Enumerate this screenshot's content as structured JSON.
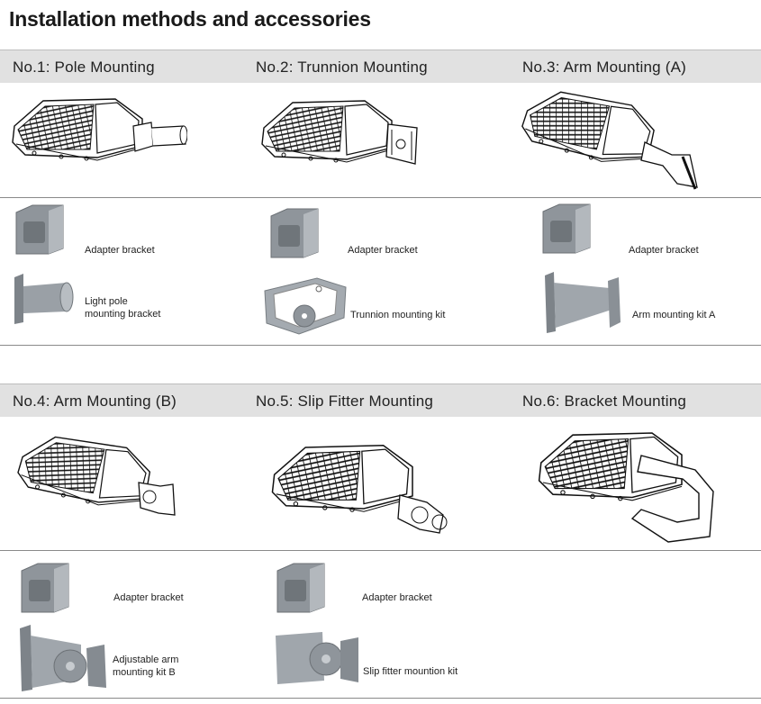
{
  "page_title": "Installation methods and accessories",
  "methods": [
    {
      "heading": "No.1: Pole Mounting",
      "accessories": [
        {
          "caption": "Adapter bracket"
        },
        {
          "caption_lines": [
            "Light pole",
            "mounting bracket"
          ]
        }
      ]
    },
    {
      "heading": "No.2: Trunnion Mounting",
      "accessories": [
        {
          "caption": "Adapter bracket"
        },
        {
          "caption": "Trunnion mounting kit"
        }
      ]
    },
    {
      "heading": "No.3: Arm Mounting (A)",
      "accessories": [
        {
          "caption": "Adapter bracket"
        },
        {
          "caption": "Arm mounting kit A"
        }
      ]
    },
    {
      "heading": "No.4: Arm Mounting (B)",
      "accessories": [
        {
          "caption": "Adapter bracket"
        },
        {
          "caption_lines": [
            "Adjustable arm",
            "mounting kit B"
          ]
        }
      ]
    },
    {
      "heading": "No.5: Slip Fitter Mounting",
      "accessories": [
        {
          "caption": "Adapter bracket"
        },
        {
          "caption": "Slip fitter mountion kit"
        }
      ]
    },
    {
      "heading": "No.6: Bracket Mounting",
      "accessories": []
    }
  ],
  "colors": {
    "band": "#e1e1e1",
    "bracket": "#8f959b"
  }
}
